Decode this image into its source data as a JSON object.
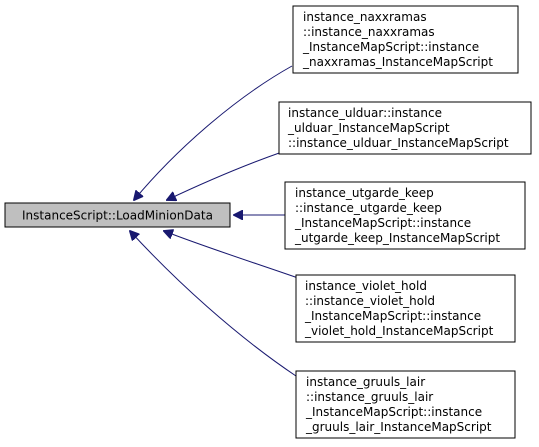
{
  "diagram": {
    "root": {
      "label": "InstanceScript::LoadMinionData"
    },
    "children": [
      {
        "lines": [
          "instance_naxxramas",
          "::instance_naxxramas",
          "_InstanceMapScript::instance",
          "_naxxramas_InstanceMapScript"
        ]
      },
      {
        "lines": [
          "instance_ulduar::instance",
          "_ulduar_InstanceMapScript",
          "::instance_ulduar_InstanceMapScript"
        ]
      },
      {
        "lines": [
          "instance_utgarde_keep",
          "::instance_utgarde_keep",
          "_InstanceMapScript::instance",
          "_utgarde_keep_InstanceMapScript"
        ]
      },
      {
        "lines": [
          "instance_violet_hold",
          "::instance_violet_hold",
          "_InstanceMapScript::instance",
          "_violet_hold_InstanceMapScript"
        ]
      },
      {
        "lines": [
          "instance_gruuls_lair",
          "::instance_gruuls_lair",
          "_InstanceMapScript::instance",
          "_gruuls_lair_InstanceMapScript"
        ]
      }
    ],
    "colors": {
      "edge": "#191970",
      "root_fill": "#bfbfbf",
      "node_border": "#000000"
    }
  }
}
